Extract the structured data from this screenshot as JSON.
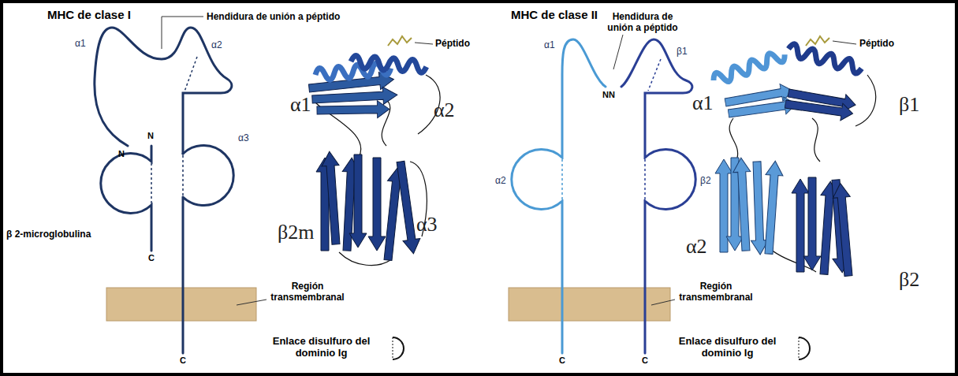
{
  "diagram": {
    "labels": [
      "MHC de clase I",
      "Hendidura de unión a péptido",
      "Péptido",
      "α1",
      "α2",
      "N",
      "N",
      "α3",
      "β 2-microglobulina",
      "C",
      "Región transmembranal",
      "C",
      "Enlace disulfuro del dominio Ig",
      "α1",
      "α2",
      "β2m",
      "α3",
      "MHC de clase II",
      "Hendidura de unión a péptido",
      "Péptido",
      "α1",
      "β1",
      "NN",
      "α2",
      "β2",
      "Región transmembranal",
      "Enlace disulfuro del dominio Ig",
      "C",
      "C",
      "α1",
      "β1",
      "α2",
      "β2"
    ]
  }
}
